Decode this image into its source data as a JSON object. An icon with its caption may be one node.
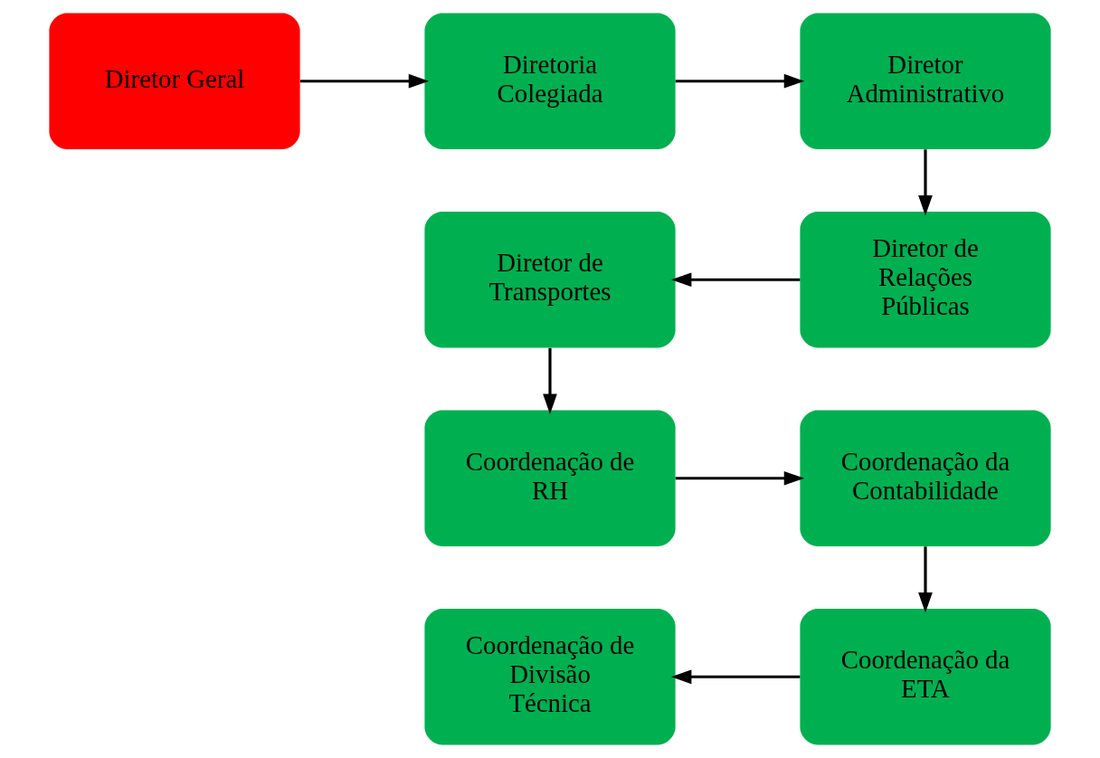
{
  "diagram": {
    "nodes": [
      {
        "text": [
          "Diretor Geral"
        ]
      },
      {
        "text": [
          "Diretoria Colegiada"
        ]
      },
      {
        "text": [
          "Diretor Administrativo"
        ]
      },
      {
        "text": [
          "Diretor de Relações Públicas"
        ]
      },
      {
        "text": [
          "Diretor de Transportes"
        ]
      },
      {
        "text": [
          "Coordenação de RH"
        ]
      },
      {
        "text": [
          "Coordenação da Contabilidade"
        ]
      },
      {
        "text": [
          "Coordenação da ETA"
        ]
      },
      {
        "text": [
          "Coordenação de Divisão Técnica"
        ]
      }
    ],
    "edges": [
      {
        "from": 0,
        "to": 1,
        "arrow": "to"
      },
      {
        "from": 1,
        "to": 2,
        "arrow": "to"
      },
      {
        "from": 2,
        "to": 3,
        "arrow": "to"
      },
      {
        "from": 3,
        "to": 4,
        "arrow": "to"
      },
      {
        "from": 4,
        "to": 5,
        "arrow": "to"
      },
      {
        "from": 5,
        "to": 6,
        "arrow": "to"
      },
      {
        "from": 6,
        "to": 7,
        "arrow": "to"
      },
      {
        "from": 7,
        "to": 8,
        "arrow": "to"
      }
    ]
  }
}
